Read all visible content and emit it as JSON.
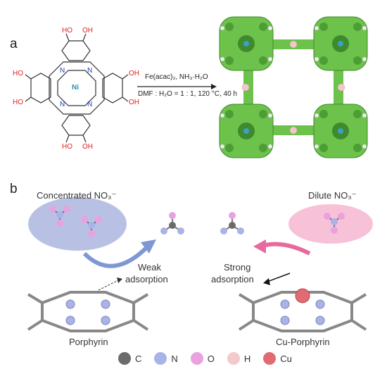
{
  "panel_a": {
    "letter": "a",
    "molecule": {
      "center_atom": "Ni",
      "oh_label": "OH",
      "ho_label": "HO",
      "n_label": "N"
    },
    "reaction": {
      "line1": "Fe(acac)₂, NH₃·H₂O",
      "line2": "DMF : H₂O = 1 : 1, 120 °C, 40 h"
    },
    "framework_color": "#6cc24a"
  },
  "panel_b": {
    "letter": "b",
    "left": {
      "solution_label": "Concentrated NO₃⁻",
      "adsorption_label_line1": "Weak",
      "adsorption_label_line2": "adsorption",
      "molecule_label": "Porphyrin",
      "cloud_color": "#9aa6d8",
      "arrow_color": "#7f97d4"
    },
    "right": {
      "solution_label": "Dilute NO₃⁻",
      "adsorption_label_line1": "Strong",
      "adsorption_label_line2": "adsorption",
      "molecule_label": "Cu-Porphyrin",
      "cloud_color": "#f4a7c8",
      "arrow_color": "#e76a9e"
    }
  },
  "legend": [
    {
      "label": "C",
      "color": "#6b6b6b"
    },
    {
      "label": "N",
      "color": "#a9b3e8"
    },
    {
      "label": "O",
      "color": "#e9a2df"
    },
    {
      "label": "H",
      "color": "#f3c9c9"
    },
    {
      "label": "Cu",
      "color": "#e06b73"
    }
  ]
}
